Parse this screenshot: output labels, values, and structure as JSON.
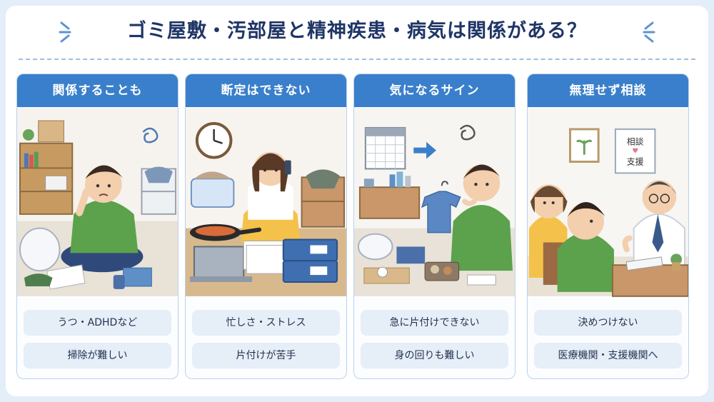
{
  "title": "ゴミ屋敷・汚部屋と精神疾患・病気は関係がある？",
  "colors": {
    "accent": "#3a7fcb",
    "title": "#1f3566",
    "pill_bg": "#e6eef8",
    "frame_bg": "#e4eef9"
  },
  "cards": [
    {
      "header": "関係することも",
      "illustration": "messy-room-person-icon",
      "items": [
        "うつ・ADHDなど",
        "掃除が難しい"
      ]
    },
    {
      "header": "断定はできない",
      "illustration": "busy-woman-cooking-phone-icon",
      "items": [
        "忙しさ・ストレス",
        "片付けが苦手"
      ]
    },
    {
      "header": "気になるサイン",
      "illustration": "calendar-clutter-person-icon",
      "items": [
        "急に片付けできない",
        "身の回りも難しい"
      ]
    },
    {
      "header": "無理せず相談",
      "illustration": "doctor-consultation-icon",
      "poster": [
        "相談",
        "支援"
      ],
      "items": [
        "決めつけない",
        "医療機関・支援機関へ"
      ]
    }
  ]
}
